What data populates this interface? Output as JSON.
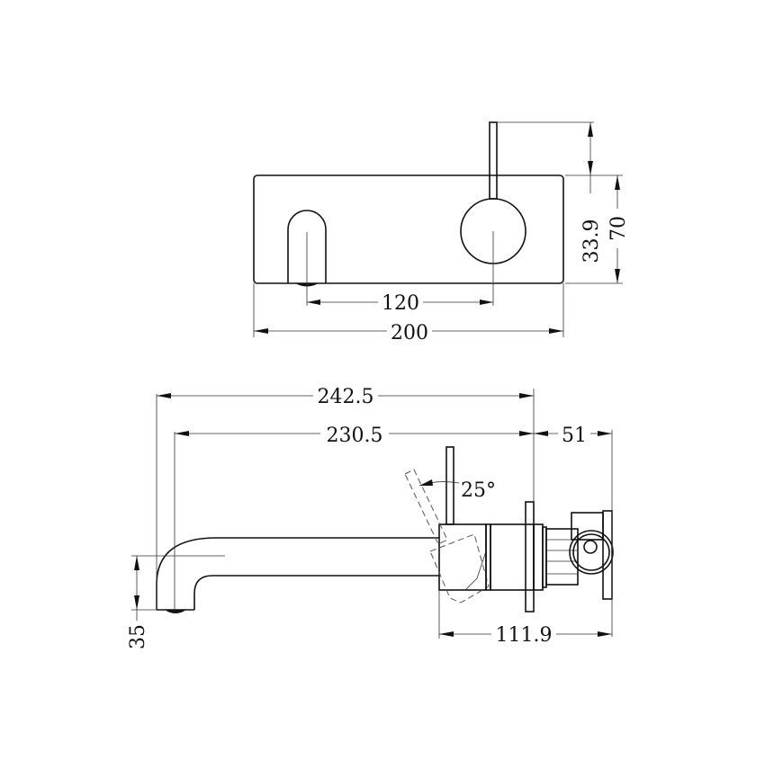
{
  "drawing": {
    "front_view": {
      "dimensions": {
        "spout_to_handle_spacing": "120",
        "plate_width": "200",
        "handle_above_plate": "33.9",
        "plate_height": "70"
      }
    },
    "side_view": {
      "dimensions": {
        "overall_projection": "242.5",
        "spout_reach": "230.5",
        "wall_depth": "51",
        "handle_rotation": "25°",
        "spout_height": "35",
        "body_depth": "111.9"
      }
    },
    "colors": {
      "line": "#111111",
      "background": "#ffffff"
    }
  }
}
